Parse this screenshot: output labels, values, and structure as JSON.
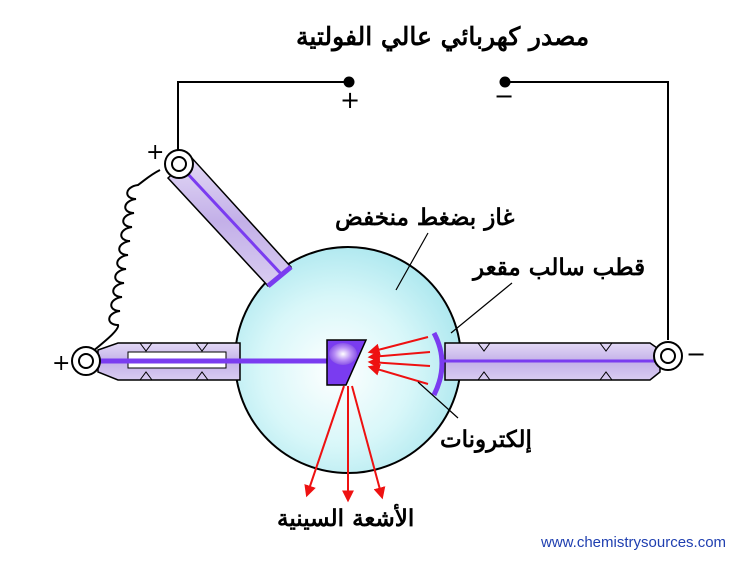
{
  "labels": {
    "power_source": "مصدر كهربائي عالي الفولتية",
    "low_pressure_gas": "غاز بضغط منخفض",
    "concave_cathode": "قطب سالب مقعر",
    "electrons": "إلكترونات",
    "x_rays": "الأشعة السينية"
  },
  "symbols": {
    "source_plus": "+",
    "source_minus": "−",
    "anode_top_plus": "+",
    "anode_left_plus": "+",
    "cathode_minus": "−"
  },
  "watermark": "www.chemistrysources.com",
  "colors": {
    "bulb_fill": "#bff0f4",
    "tube_fill": "#c7b6e6",
    "electrode_purple": "#7a3cf0",
    "arrow_red": "#ee1111",
    "wire": "#000000",
    "url_blue": "#1f3fb0"
  }
}
